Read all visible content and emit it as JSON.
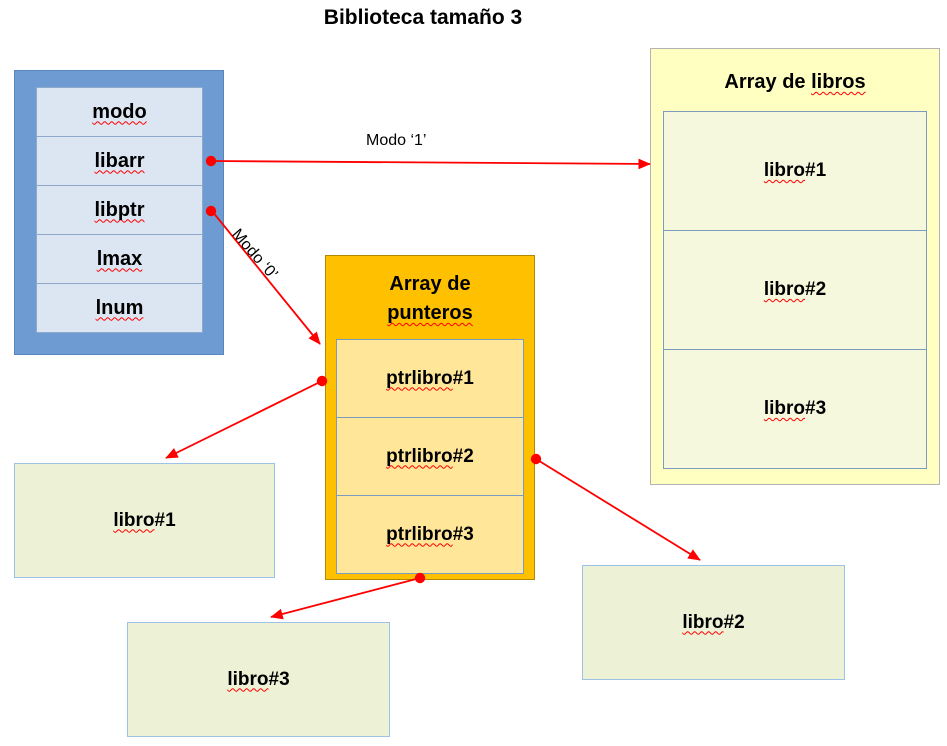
{
  "title": "Biblioteca tamaño 3",
  "struct_box": {
    "fields": [
      {
        "label": "modo"
      },
      {
        "label": "libarr"
      },
      {
        "label": "libptr"
      },
      {
        "label": "lmax"
      },
      {
        "label": "lnum"
      }
    ]
  },
  "libros_array": {
    "title_prefix": "Array de ",
    "title_word": "libros",
    "cells": [
      {
        "word": "libro",
        "suffix": " #1"
      },
      {
        "word": "libro",
        "suffix": " #2"
      },
      {
        "word": "libro",
        "suffix": " #3"
      }
    ]
  },
  "punteros_array": {
    "title_line1": "Array de",
    "title_line2": "punteros",
    "cells": [
      {
        "word": "ptrlibro",
        "suffix": " #1"
      },
      {
        "word": "ptrlibro",
        "suffix": " #2"
      },
      {
        "word": "ptrlibro",
        "suffix": " #3"
      }
    ]
  },
  "free_boxes": [
    {
      "word": "libro",
      "suffix": " #1"
    },
    {
      "word": "libro",
      "suffix": " #2"
    },
    {
      "word": "libro",
      "suffix": " #3"
    }
  ],
  "edge_labels": {
    "modo1": "Modo ‘1’",
    "modo0": "Modo ‘0’"
  },
  "colors": {
    "arrow": "#ff0000",
    "struct_outer": "#6e9cd2",
    "struct_cell": "#dce6f2",
    "libros_outer": "#ffffc2",
    "libros_cell": "#f5f8dc",
    "punteros_outer": "#ffc000",
    "punteros_cell": "#ffe699",
    "free_box": "#edf1d6"
  }
}
